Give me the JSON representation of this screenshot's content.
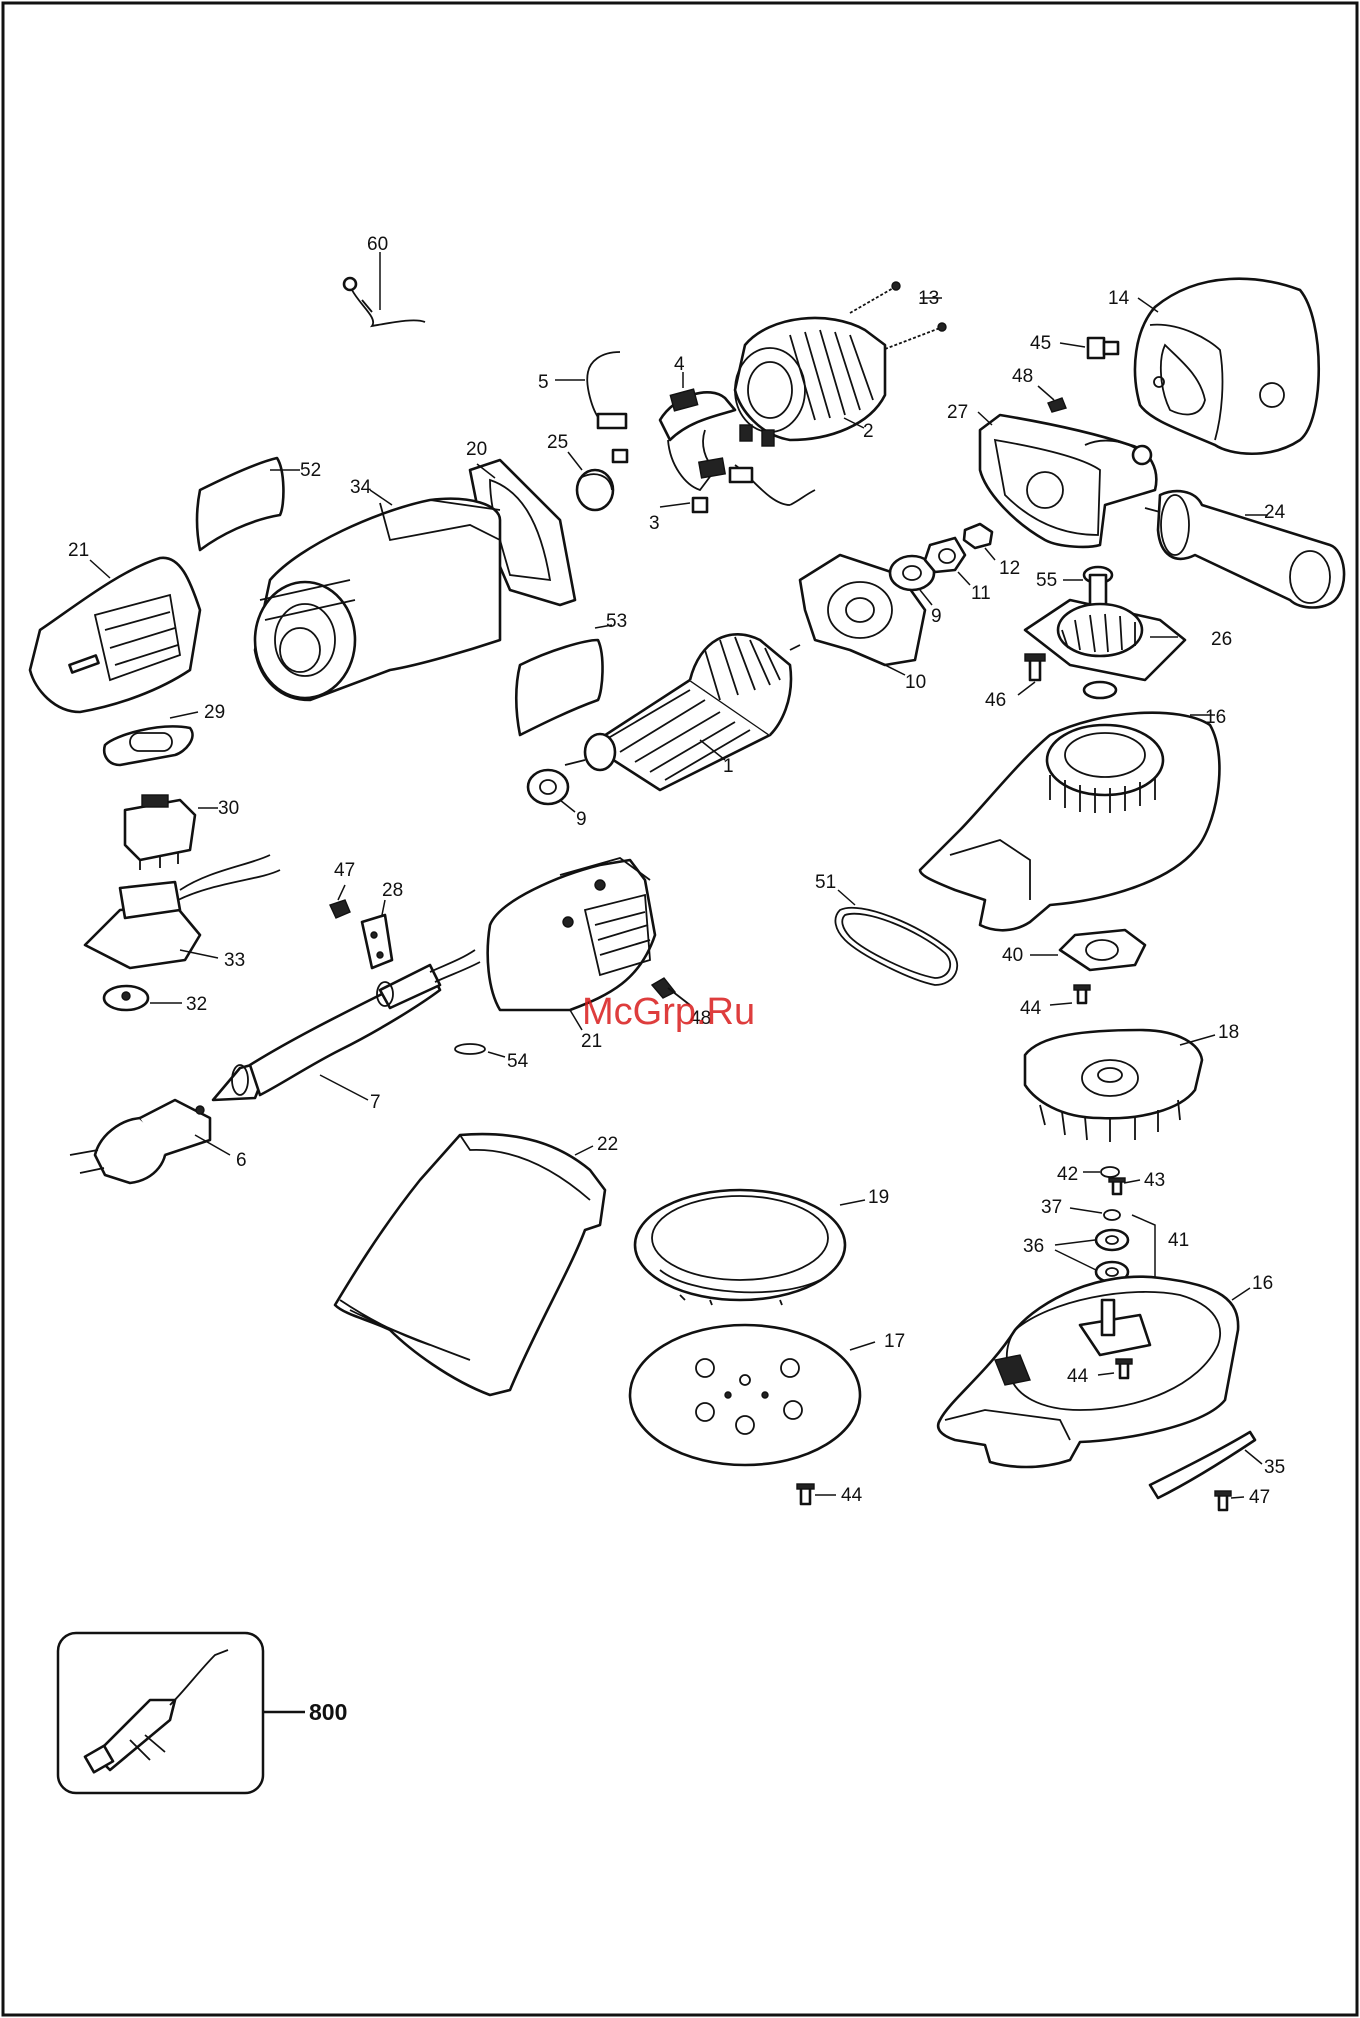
{
  "watermark": "McGrp.Ru",
  "inset_label": "800",
  "labels": {
    "p60": "60",
    "p13": "13",
    "p14": "14",
    "p45": "45",
    "p5": "5",
    "p4": "4",
    "p48a": "48",
    "p27": "27",
    "p2": "2",
    "p20": "20",
    "p25": "25",
    "p52": "52",
    "p34": "34",
    "p3": "3",
    "p24": "24",
    "p12": "12",
    "p21a": "21",
    "p11": "11",
    "p9a": "9",
    "p55": "55",
    "p26": "26",
    "p53": "53",
    "p10": "10",
    "p46": "46",
    "p16a": "16",
    "p29": "29",
    "p1": "1",
    "p30": "30",
    "p9b": "9",
    "p51": "51",
    "p47a": "47",
    "p28": "28",
    "p33": "33",
    "p40": "40",
    "p32": "32",
    "p44a": "44",
    "p48b": "48",
    "p21b": "21",
    "p18": "18",
    "p54": "54",
    "p7": "7",
    "p6": "6",
    "p22": "22",
    "p42": "42",
    "p43": "43",
    "p19": "19",
    "p37": "37",
    "p41": "41",
    "p36": "36",
    "p16b": "16",
    "p17": "17",
    "p44b": "44",
    "p35": "35",
    "p44c": "44",
    "p47b": "47"
  }
}
